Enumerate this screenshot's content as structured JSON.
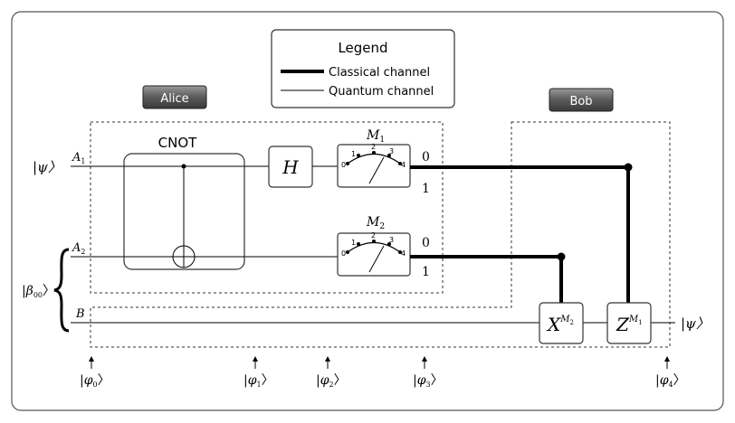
{
  "legend": {
    "title": "Legend",
    "classical_label": "Classical channel",
    "quantum_label": "Quantum channel"
  },
  "parties": {
    "alice": "Alice",
    "bob": "Bob"
  },
  "gates": {
    "cnot_label": "CNOT",
    "hadamard": "H",
    "x_gate": "X",
    "x_sup": "M",
    "x_sup_sub": "2",
    "z_gate": "Z",
    "z_sup": "M",
    "z_sup_sub": "1"
  },
  "meters": {
    "m1": {
      "label": "M",
      "sub": "1"
    },
    "m2": {
      "label": "M",
      "sub": "2"
    },
    "scale": [
      "0",
      "1",
      "2",
      "3",
      "4"
    ]
  },
  "wires": {
    "a1": {
      "label": "A",
      "sub": "1"
    },
    "a2": {
      "label": "A",
      "sub": "2"
    },
    "b": {
      "label": "B"
    }
  },
  "states": {
    "psi_in": "|ψ〉",
    "psi_out": "|ψ〉",
    "beta": "|β",
    "beta_sub": "00",
    "beta_close": "〉"
  },
  "outcomes": {
    "m1_top": "0",
    "m1_bottom": "1",
    "m2_top": "0",
    "m2_bottom": "1"
  },
  "timesteps": [
    {
      "label": "|φ",
      "sub": "0",
      "close": "〉"
    },
    {
      "label": "|φ",
      "sub": "1",
      "close": "〉"
    },
    {
      "label": "|φ",
      "sub": "2",
      "close": "〉"
    },
    {
      "label": "|φ",
      "sub": "3",
      "close": "〉"
    },
    {
      "label": "|φ",
      "sub": "4",
      "close": "〉"
    }
  ]
}
